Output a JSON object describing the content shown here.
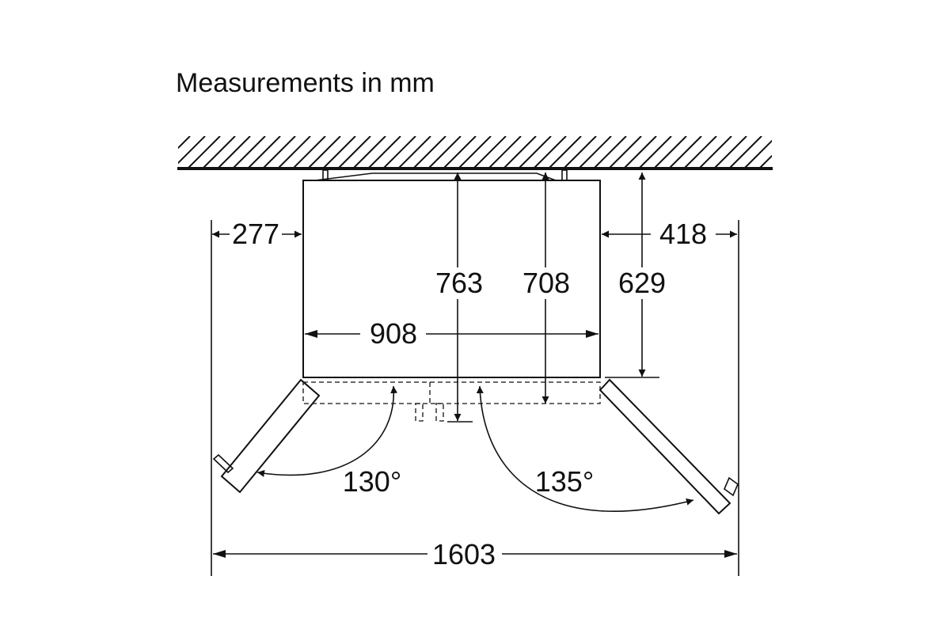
{
  "title": "Measurements in mm",
  "dimensions": {
    "left_clearance": "277",
    "right_clearance": "418",
    "depth_with_doors": "763",
    "depth_with_handles": "708",
    "body_depth": "629",
    "width": "908",
    "total_width_doors_open": "1603"
  },
  "angles": {
    "left_door": "130°",
    "right_door": "135°"
  }
}
